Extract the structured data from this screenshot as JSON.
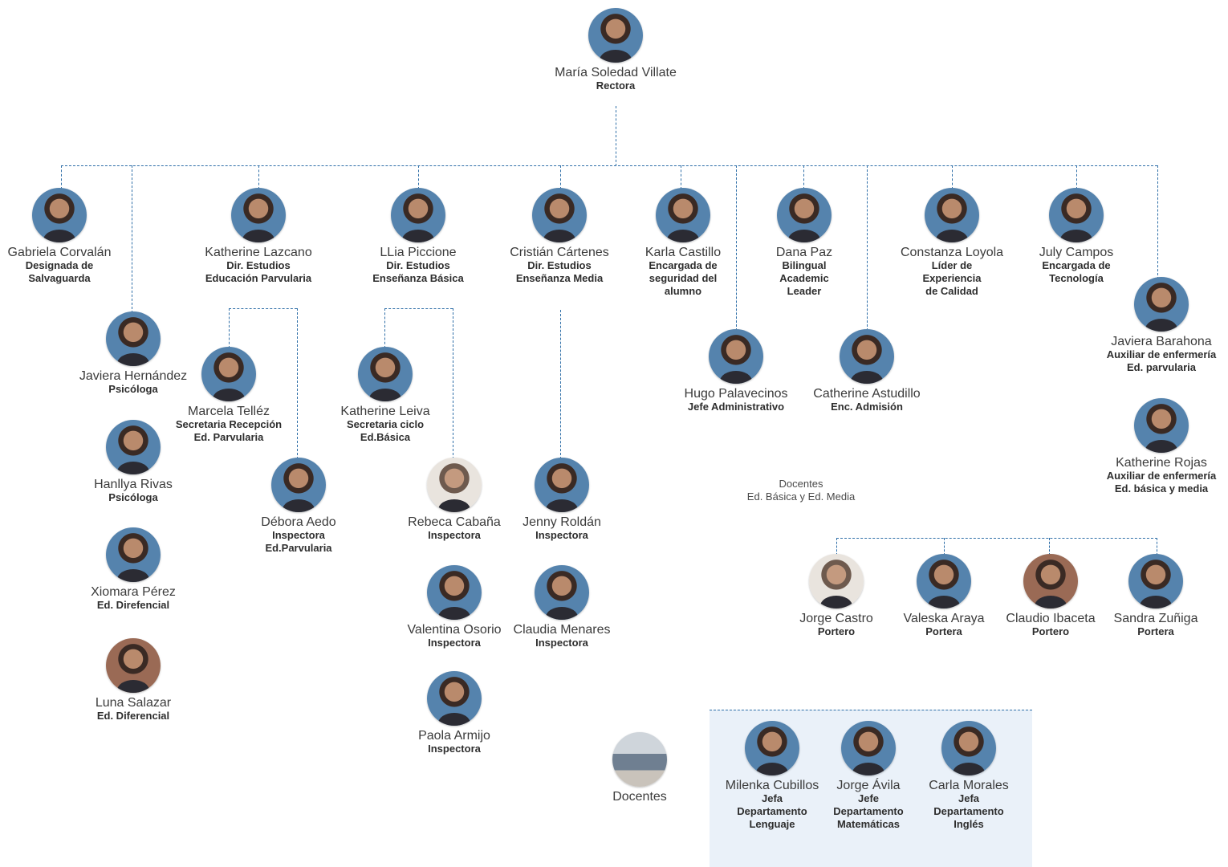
{
  "rector": {
    "name": "María Soledad Villate",
    "role": "Rectora"
  },
  "nodes": {
    "gabriela": {
      "name": "Gabriela Corvalán",
      "role": [
        "Designada de",
        "Salvaguarda"
      ]
    },
    "javiera_h": {
      "name": "Javiera Hernández",
      "role": [
        "Psicóloga"
      ]
    },
    "hanllya": {
      "name": "Hanllya Rivas",
      "role": [
        "Psicóloga"
      ]
    },
    "xiomara": {
      "name": "Xiomara Pérez",
      "role": [
        "Ed. Direfencial"
      ]
    },
    "luna": {
      "name": "Luna Salazar",
      "role": [
        "Ed. Diferencial"
      ]
    },
    "katherine_l": {
      "name": "Katherine Lazcano",
      "role": [
        "Dir. Estudios",
        "Educación Parvularia"
      ]
    },
    "marcela": {
      "name": "Marcela Telléz",
      "role": [
        "Secretaria Recepción",
        "Ed. Parvularia"
      ]
    },
    "debora": {
      "name": "Débora Aedo",
      "role": [
        "Inspectora",
        "Ed.Parvularia"
      ]
    },
    "llia": {
      "name": "LLia Piccione",
      "role": [
        "Dir. Estudios",
        "Enseñanza Básica"
      ]
    },
    "katherine_leiva": {
      "name": "Katherine Leiva",
      "role": [
        "Secretaria ciclo",
        "Ed.Básica"
      ]
    },
    "rebeca": {
      "name": "Rebeca Cabaña",
      "role": [
        "Inspectora"
      ]
    },
    "valentina": {
      "name": "Valentina Osorio",
      "role": [
        "Inspectora"
      ]
    },
    "paola": {
      "name": "Paola Armijo",
      "role": [
        "Inspectora"
      ]
    },
    "cristian": {
      "name": "Cristián Cártenes",
      "role": [
        "Dir. Estudios",
        "Enseñanza Media"
      ]
    },
    "jenny": {
      "name": "Jenny Roldán",
      "role": [
        "Inspectora"
      ]
    },
    "claudia_m": {
      "name": "Claudia Menares",
      "role": [
        "Inspectora"
      ]
    },
    "karla": {
      "name": "Karla Castillo",
      "role": [
        "Encargada de",
        "seguridad del",
        "alumno"
      ]
    },
    "hugo": {
      "name": "Hugo Palavecinos",
      "role": [
        "Jefe Administrativo"
      ]
    },
    "dana": {
      "name": "Dana Paz",
      "role": [
        "Bilingual",
        "Academic",
        "Leader"
      ]
    },
    "catherine": {
      "name": "Catherine Astudillo",
      "role": [
        "Enc. Admisión"
      ]
    },
    "constanza": {
      "name": "Constanza Loyola",
      "role": [
        "Líder de",
        "Experiencia",
        "de Calidad"
      ]
    },
    "july": {
      "name": "July Campos",
      "role": [
        "Encargada de",
        "Tecnología"
      ]
    },
    "javiera_b": {
      "name": "Javiera Barahona",
      "role": [
        "Auxiliar de enfermería",
        "Ed. parvularia"
      ]
    },
    "katherine_r": {
      "name": "Katherine Rojas",
      "role": [
        "Auxiliar de enfermería",
        "Ed. básica y media"
      ]
    },
    "jorge_c": {
      "name": "Jorge Castro",
      "role": [
        "Portero"
      ]
    },
    "valeska": {
      "name": "Valeska Araya",
      "role": [
        "Portera"
      ]
    },
    "claudio": {
      "name": "Claudio Ibaceta",
      "role": [
        "Portero"
      ]
    },
    "sandra": {
      "name": "Sandra Zuñiga",
      "role": [
        "Portera"
      ]
    },
    "docentes": {
      "name": "Docentes",
      "role": []
    },
    "milenka": {
      "name": "Milenka Cubillos",
      "role": [
        "Jefa",
        "Departamento",
        "Lenguaje"
      ]
    },
    "jorge_a": {
      "name": "Jorge Ávila",
      "role": [
        "Jefe",
        "Departamento",
        "Matemáticas"
      ]
    },
    "carla": {
      "name": "Carla Morales",
      "role": [
        "Jefa",
        "Departamento",
        "Inglés"
      ]
    }
  },
  "docentes_note": [
    "Docentes",
    "Ed. Básica y Ed. Media"
  ]
}
